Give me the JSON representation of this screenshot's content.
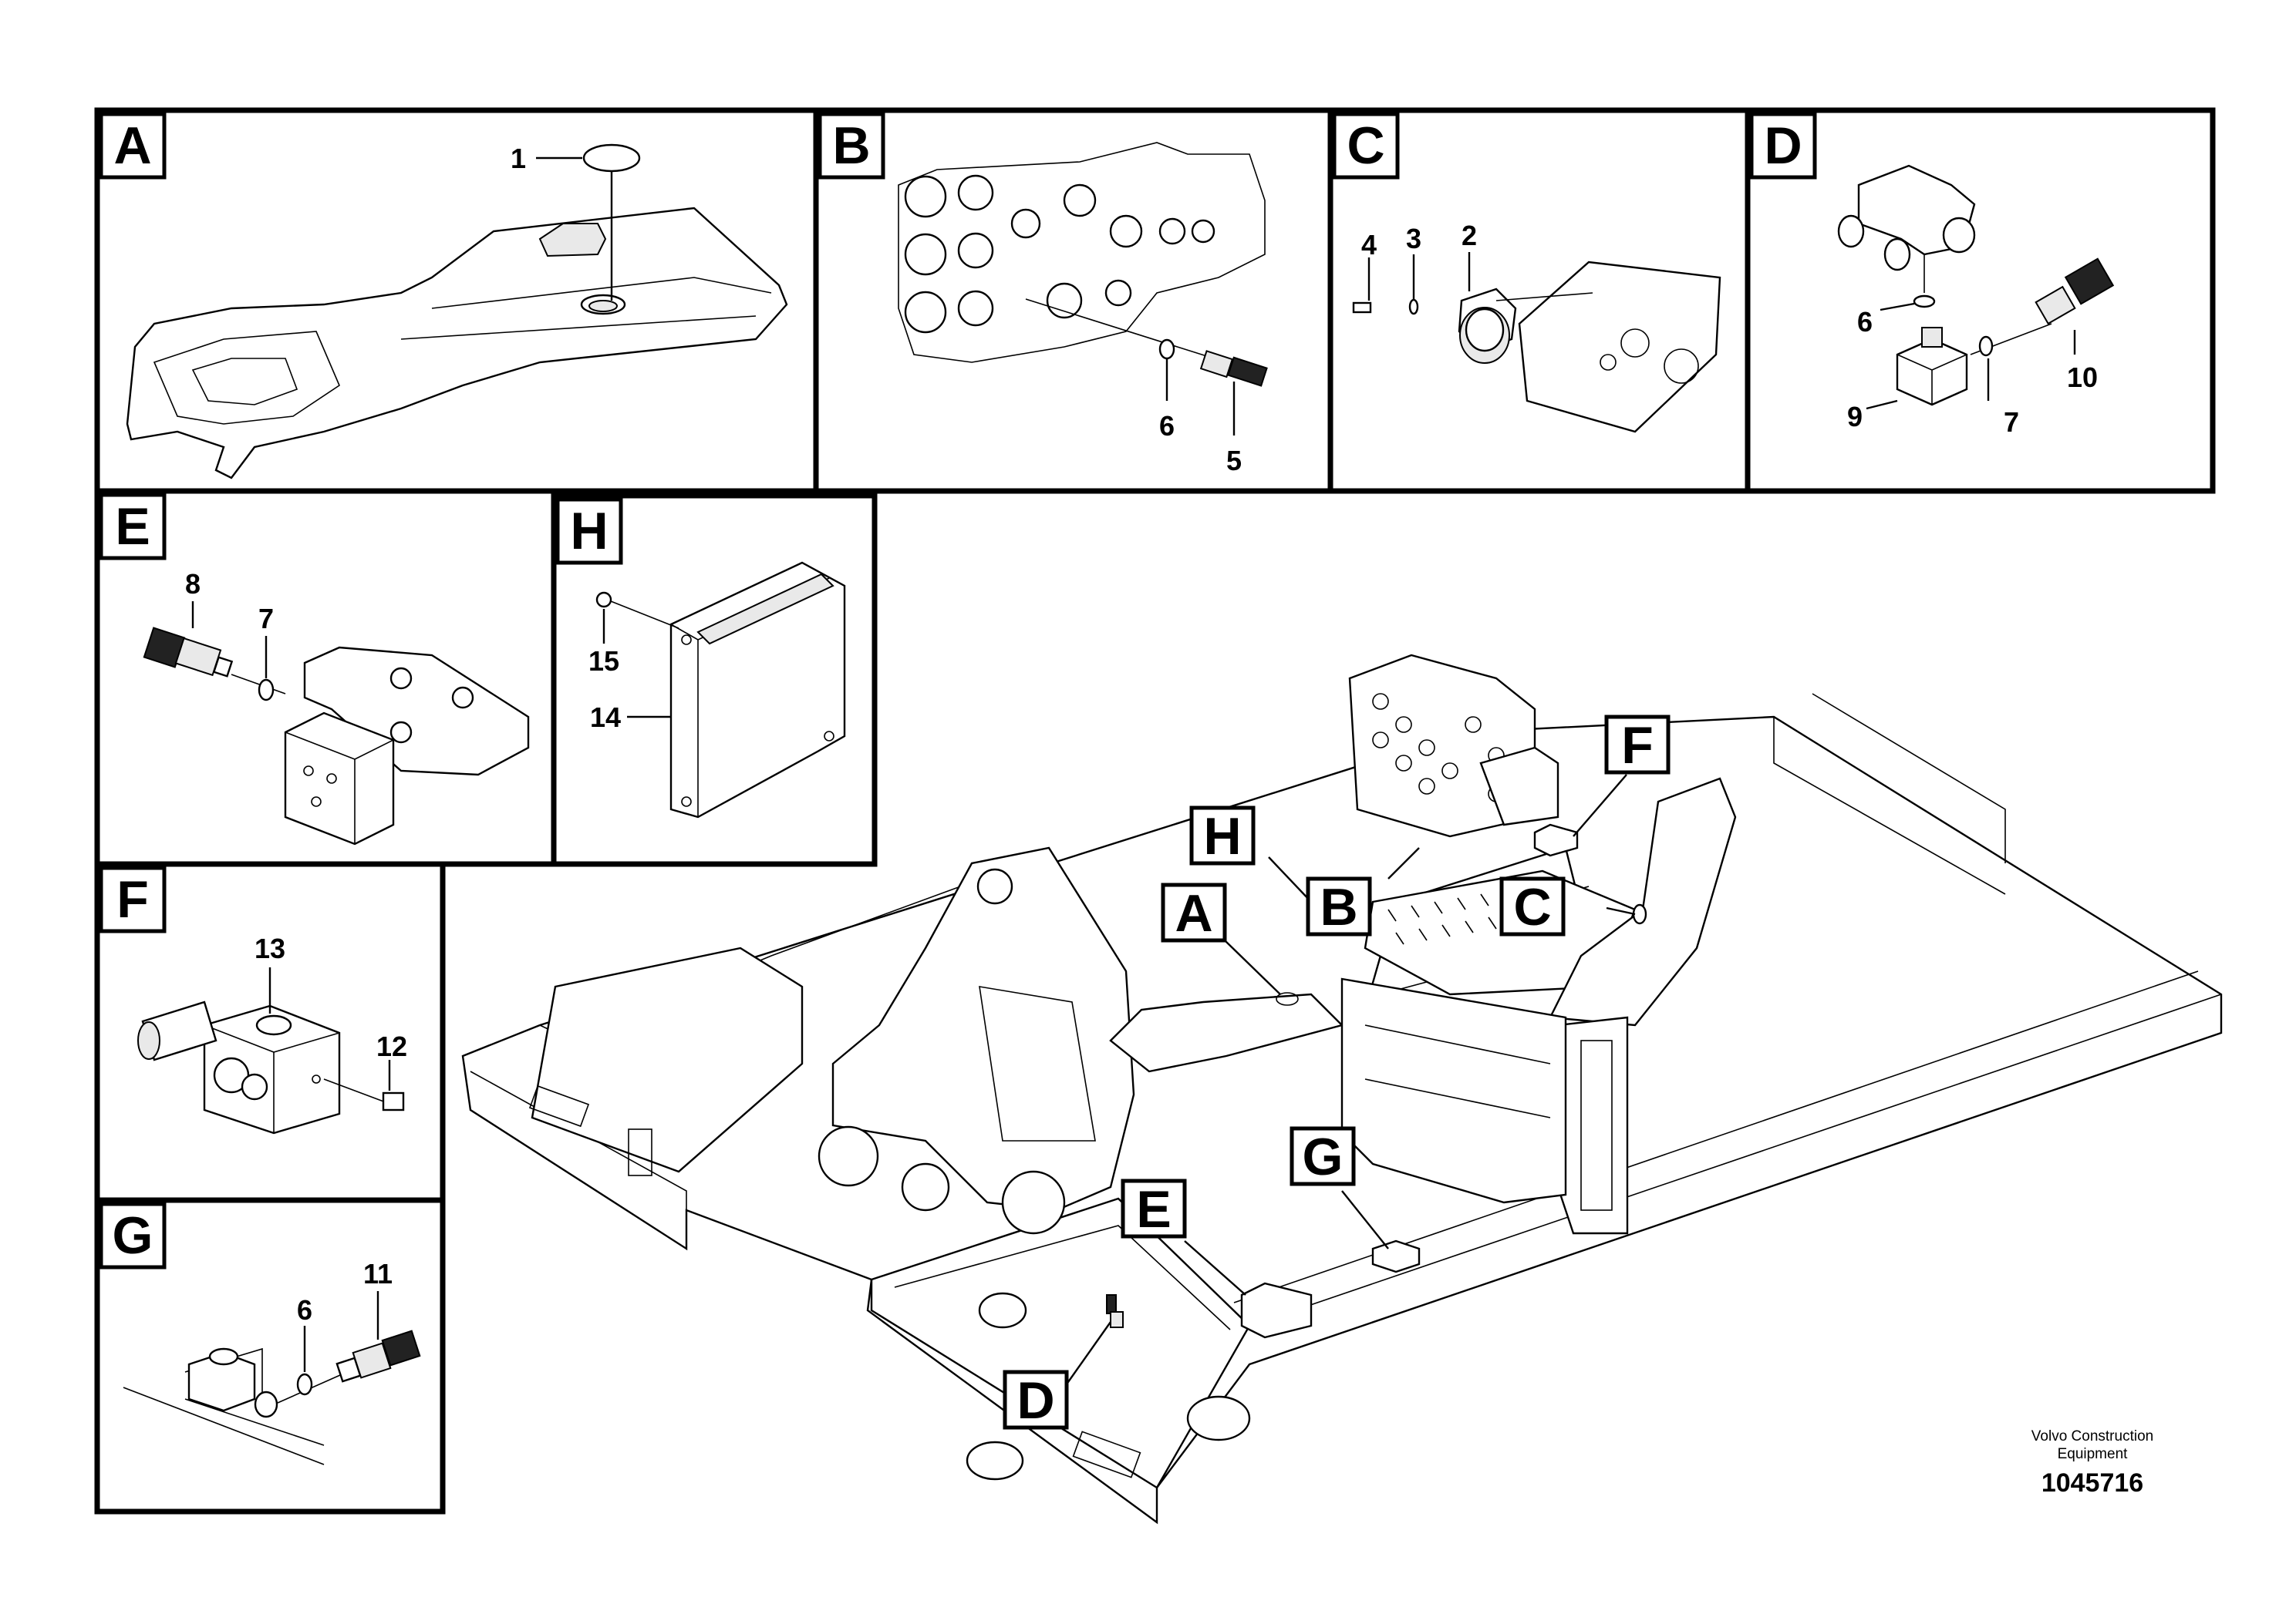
{
  "panels": {
    "A": {
      "letter": "A",
      "items": [
        "1"
      ]
    },
    "B": {
      "letter": "B",
      "items": [
        "6",
        "5"
      ]
    },
    "C": {
      "letter": "C",
      "items": [
        "4",
        "3",
        "2"
      ]
    },
    "D": {
      "letter": "D",
      "items": [
        "6",
        "10",
        "9",
        "7"
      ]
    },
    "E": {
      "letter": "E",
      "items": [
        "8",
        "7"
      ]
    },
    "H": {
      "letter": "H",
      "items": [
        "15",
        "14"
      ]
    },
    "F": {
      "letter": "F",
      "items": [
        "13",
        "12"
      ]
    },
    "G": {
      "letter": "G",
      "items": [
        "11",
        "6"
      ]
    }
  },
  "callouts": [
    "F",
    "H",
    "B",
    "C",
    "A",
    "G",
    "E",
    "D"
  ],
  "footer": {
    "company_line1": "Volvo Construction",
    "company_line2": "Equipment",
    "drawing_number": "1045716"
  }
}
